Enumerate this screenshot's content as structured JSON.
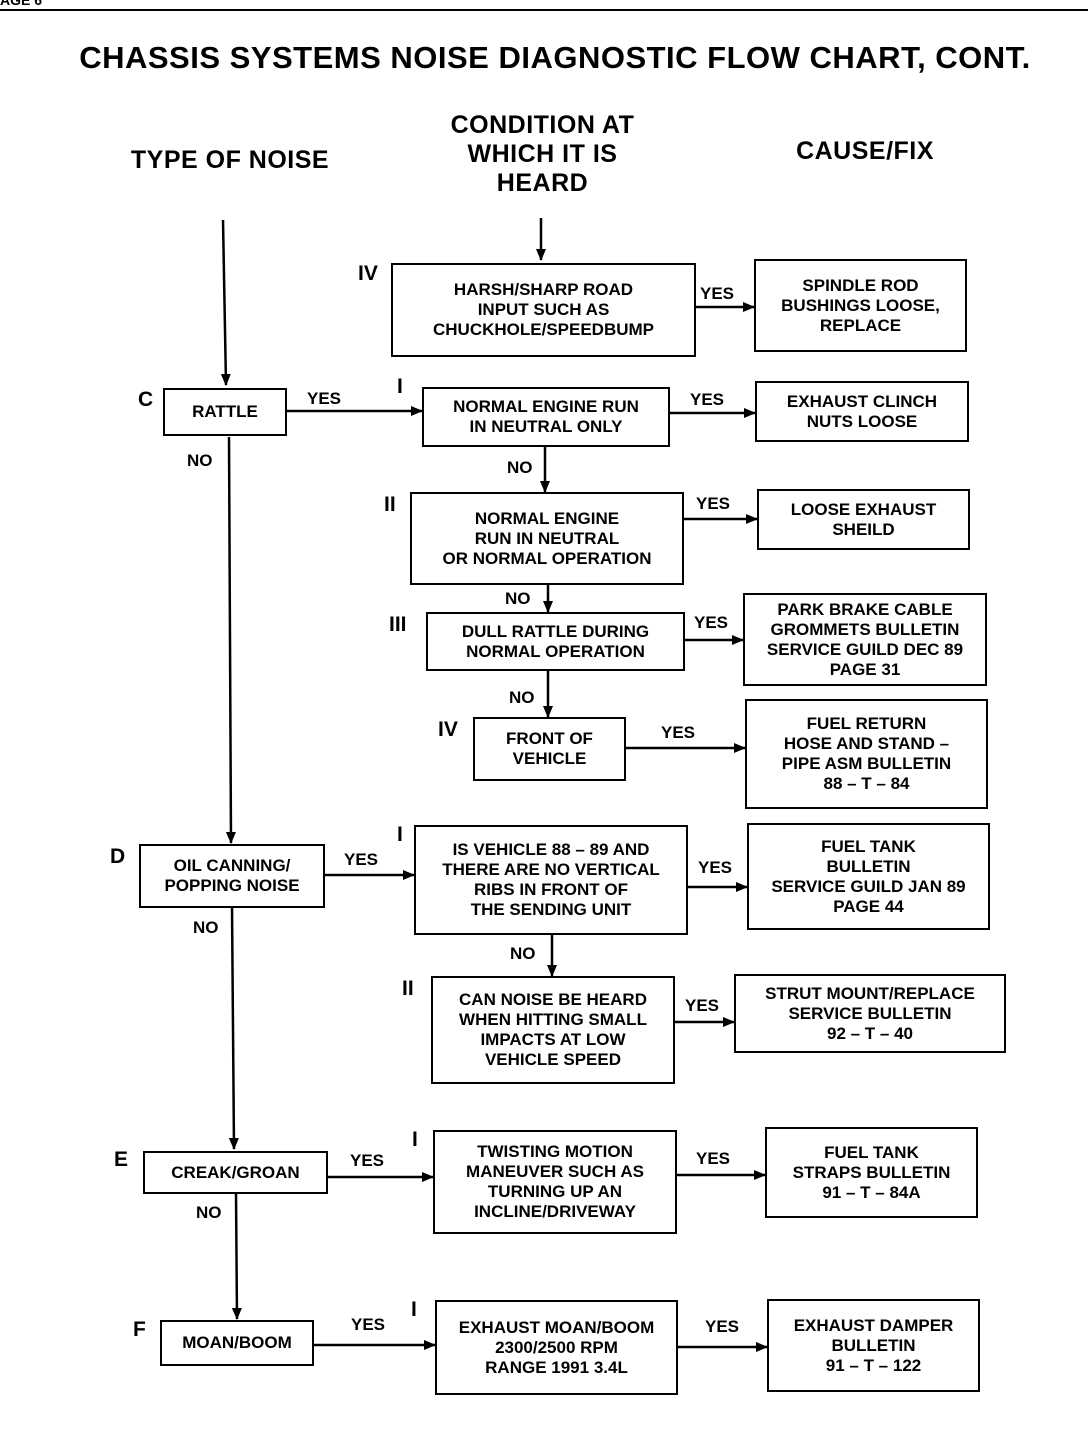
{
  "page_label": "AGE 6",
  "title": "CHASSIS SYSTEMS NOISE DIAGNOSTIC FLOW CHART, CONT.",
  "headers": {
    "type_of_noise": "TYPE OF NOISE",
    "condition": "CONDITION AT\nWHICH IT IS\nHEARD",
    "cause_fix": "CAUSE/FIX"
  },
  "markers": {
    "C": "C",
    "D": "D",
    "E": "E",
    "F": "F",
    "I": "I",
    "II": "II",
    "III": "III",
    "IV": "IV"
  },
  "yes": "YES",
  "no": "NO",
  "noise_types": {
    "rattle": "RATTLE",
    "oil_canning": "OIL CANNING/\nPOPPING NOISE",
    "creak": "CREAK/GROAN",
    "moan": "MOAN/BOOM"
  },
  "conditions": {
    "harsh_road": "HARSH/SHARP ROAD\nINPUT SUCH AS\nCHUCKHOLE/SPEEDBUMP",
    "rattle_1": "NORMAL ENGINE RUN\nIN NEUTRAL ONLY",
    "rattle_2": "NORMAL ENGINE\nRUN IN NEUTRAL\nOR NORMAL OPERATION",
    "rattle_3": "DULL RATTLE DURING\nNORMAL OPERATION",
    "rattle_4": "FRONT OF\nVEHICLE",
    "oil_1": "IS VEHICLE 88 – 89 AND\nTHERE ARE NO VERTICAL\nRIBS IN FRONT OF\nTHE SENDING UNIT",
    "oil_2": "CAN NOISE BE HEARD\nWHEN HITTING SMALL\nIMPACTS AT LOW\nVEHICLE SPEED",
    "creak_1": "TWISTING MOTION\nMANEUVER SUCH AS\nTURNING UP AN\nINCLINE/DRIVEWAY",
    "moan_1": "EXHAUST MOAN/BOOM\n2300/2500 RPM\nRANGE 1991 3.4L"
  },
  "causes": {
    "spindle": "SPINDLE ROD\nBUSHINGS LOOSE,\nREPLACE",
    "clinch": "EXHAUST CLINCH\nNUTS LOOSE",
    "sheild": "LOOSE EXHAUST\nSHEILD",
    "park_brake": "PARK BRAKE CABLE\nGROMMETS BULLETIN\nSERVICE GUILD DEC 89\nPAGE 31",
    "fuel_return": "FUEL RETURN\nHOSE AND STAND –\nPIPE ASM BULLETIN\n88 – T – 84",
    "fuel_tank": "FUEL TANK\nBULLETIN\nSERVICE GUILD JAN 89\nPAGE 44",
    "strut": "STRUT MOUNT/REPLACE\nSERVICE BULLETIN\n92 – T – 40",
    "fuel_straps": "FUEL TANK\nSTRAPS BULLETIN\n91 – T – 84A",
    "damper": "EXHAUST DAMPER\nBULLETIN\n91 – T – 122"
  }
}
